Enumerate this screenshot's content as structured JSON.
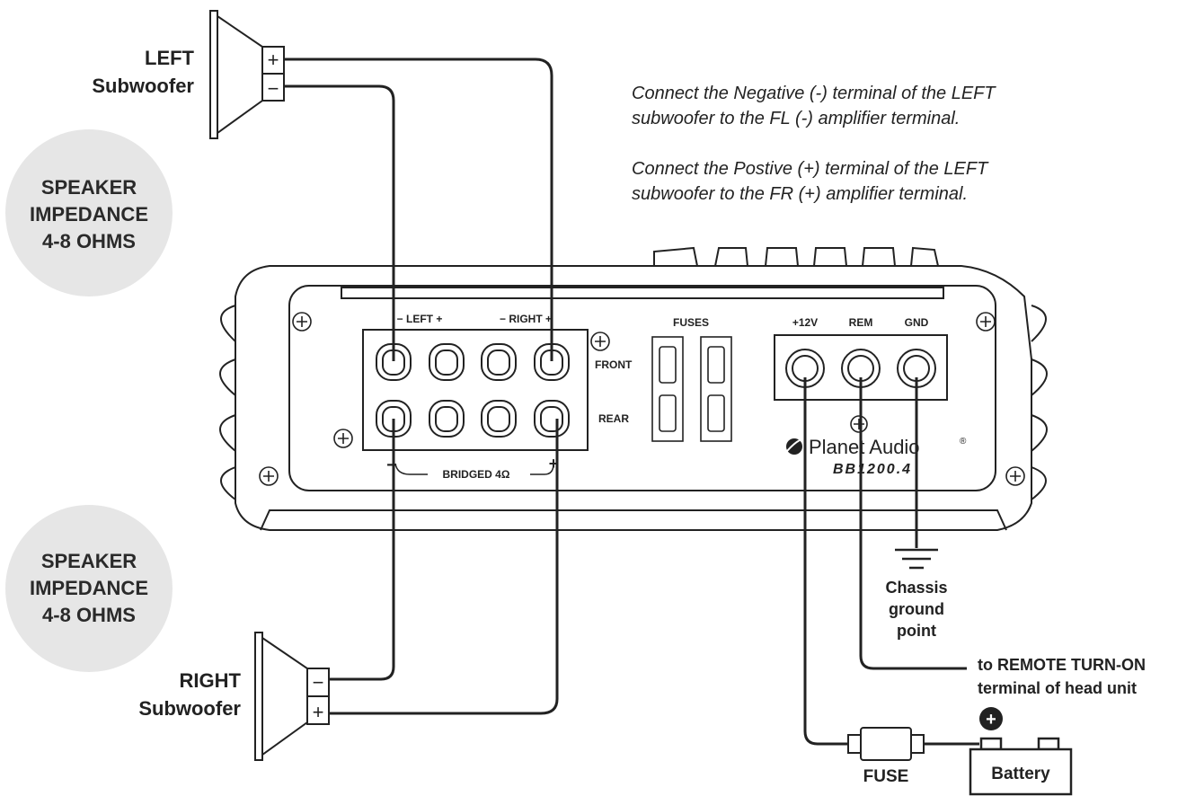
{
  "speakers": {
    "left": {
      "line1": "LEFT",
      "line2": "Subwoofer",
      "plus": "+",
      "minus": "−"
    },
    "right": {
      "line1": "RIGHT",
      "line2": "Subwoofer",
      "plus": "+",
      "minus": "−"
    }
  },
  "impedance_badges": [
    {
      "line1": "SPEAKER",
      "line2": "IMPEDANCE",
      "line3": "4-8 OHMS"
    },
    {
      "line1": "SPEAKER",
      "line2": "IMPEDANCE",
      "line3": "4-8 OHMS"
    }
  ],
  "instructions": {
    "neg_line1": "Connect the Negative (-) terminal of the LEFT",
    "neg_line2": "subwoofer to the FL (-) amplifier terminal.",
    "pos_line1": "Connect the Postive (+)  terminal of the LEFT",
    "pos_line2": "subwoofer to the FR (+) amplifier terminal."
  },
  "amplifier": {
    "label_left": "−  LEFT  +",
    "label_right": "−  RIGHT  +",
    "label_front": "FRONT",
    "label_rear": "REAR",
    "label_bridged": "BRIDGED 4Ω",
    "bridged_minus": "−",
    "bridged_plus": "+",
    "label_fuses": "FUSES",
    "label_12v": "+12V",
    "label_rem": "REM",
    "label_gnd": "GND",
    "brand": "Planet Audio",
    "registered": "®",
    "model": "BB1200.4"
  },
  "ground": {
    "line1": "Chassis",
    "line2": "ground",
    "line3": "point"
  },
  "remote": {
    "line1": "to REMOTE TURN-ON",
    "line2": "terminal of head unit"
  },
  "fuse_label": "FUSE",
  "battery": {
    "label": "Battery",
    "plus": "+"
  }
}
